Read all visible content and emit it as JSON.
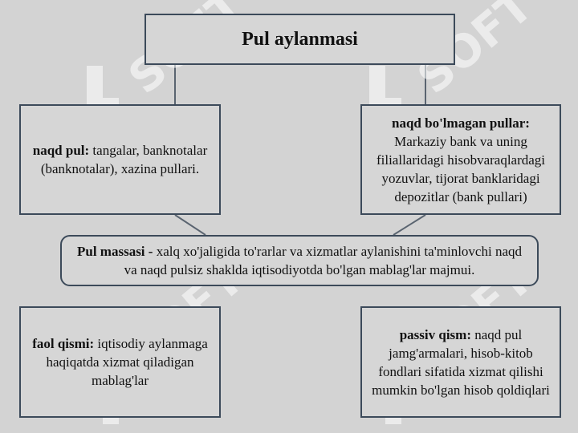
{
  "diagram": {
    "title": "Pul aylanmasi",
    "cash": {
      "term": "naqd pul:",
      "desc": " tangalar, banknotalar (banknotalar), xazina pullari."
    },
    "noncash": {
      "term": "naqd bo'lmagan pullar:",
      "desc": " Markaziy bank va uning filiallaridagi hisobvaraqlardagi yozuvlar, tijorat banklaridagi depozitlar (bank pullari)"
    },
    "money_mass": {
      "term": "Pul massasi -",
      "desc": " xalq xo'jaligida to'rarlar va xizmatlar aylanishini ta'minlovchi naqd va naqd pulsiz shaklda iqtisodiyotda bo'lgan mablag'lar majmui."
    },
    "active": {
      "term": "faol qismi:",
      "desc": " iqtisodiy aylanmaga haqiqatda xizmat qiladigan mablag'lar"
    },
    "passive": {
      "term": "passiv qism:",
      "desc": " naqd pul jamg'armalari, hisob-kitob fondlari sifatida xizmat qilishi mumkin bo'lgan hisob qoldiqlari"
    }
  },
  "watermark": {
    "text": "SOFT",
    "color": "#ffffff"
  },
  "colors": {
    "background": "#d3d3d3",
    "border": "#3c4a5a"
  }
}
